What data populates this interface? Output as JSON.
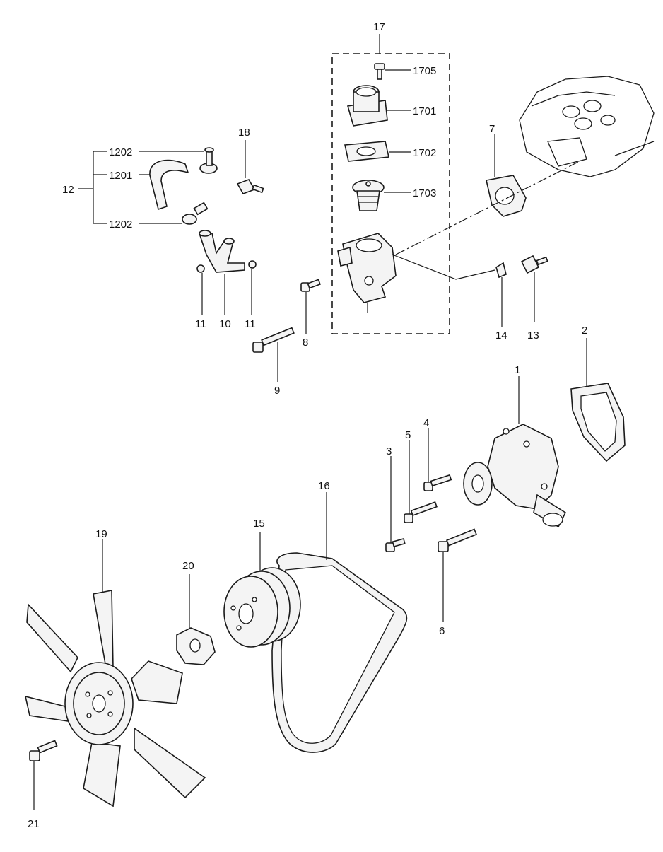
{
  "labels": {
    "p1": "1",
    "p2": "2",
    "p3": "3",
    "p4": "4",
    "p5": "5",
    "p6": "6",
    "p7": "7",
    "p8": "8",
    "p9": "9",
    "p10": "10",
    "p11a": "11",
    "p11b": "11",
    "p12": "12",
    "p1201": "1201",
    "p1202a": "1202",
    "p1202b": "1202",
    "p13": "13",
    "p14": "14",
    "p15": "15",
    "p16": "16",
    "p17": "17",
    "p1701": "1701",
    "p1702": "1702",
    "p1703": "1703",
    "p1705": "1705",
    "p18": "18",
    "p19": "19",
    "p20": "20",
    "p21": "21"
  }
}
